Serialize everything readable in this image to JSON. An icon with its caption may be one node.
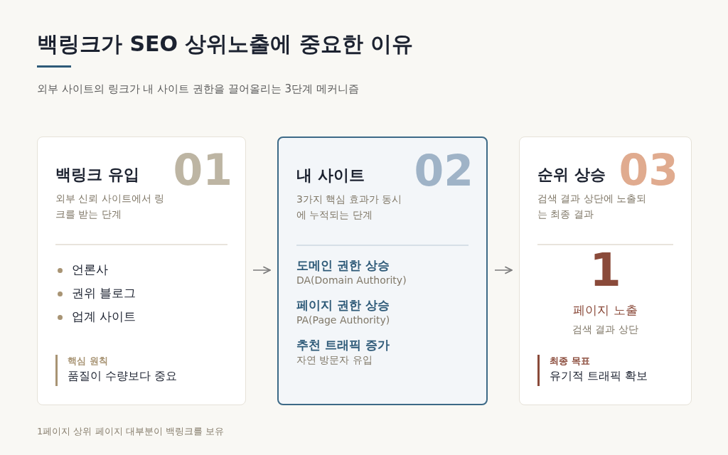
{
  "diagram": {
    "title": "백링크가 SEO 상위노출에 중요한 이유",
    "caption": "1페이지 상위 페이지 대부분이 백링크를 보유",
    "nodes": [
      {
        "text": [
          "01",
          "백링크 유입",
          "외부 신뢰 사이트에서 링크를 받는 단계",
          "언론사",
          "권위 블로그",
          "업계 사이트",
          "핵심 원칙",
          "품질이 수량보다 중요"
        ]
      },
      {
        "text": [
          "02",
          "내 사이트",
          "3가지 핵심 효과가 동시에 누적되는 단계",
          "도메인 권한 상승",
          "DA(Domain Authority)",
          "페이지 권한 상승",
          "PA(Page Authority)",
          "추천 트래픽 증가",
          "자연 방문자 유입"
        ]
      },
      {
        "text": [
          "03",
          "순위 상승",
          "검색 결과 상단에 노출되는 최종 결과",
          "1",
          "페이지 노출",
          "검색 결과 상단",
          "최종 목표",
          "유기적 트래픽 확보"
        ]
      }
    ],
    "edges": [
      {
        "from": 0,
        "to": 1,
        "arrow": "to"
      },
      {
        "from": 1,
        "to": 2,
        "arrow": "to"
      }
    ],
    "labels": [
      "외부 사이트의 링크가 내 사이트 권한을 끌어올리는 3단계 메커니즘"
    ]
  }
}
